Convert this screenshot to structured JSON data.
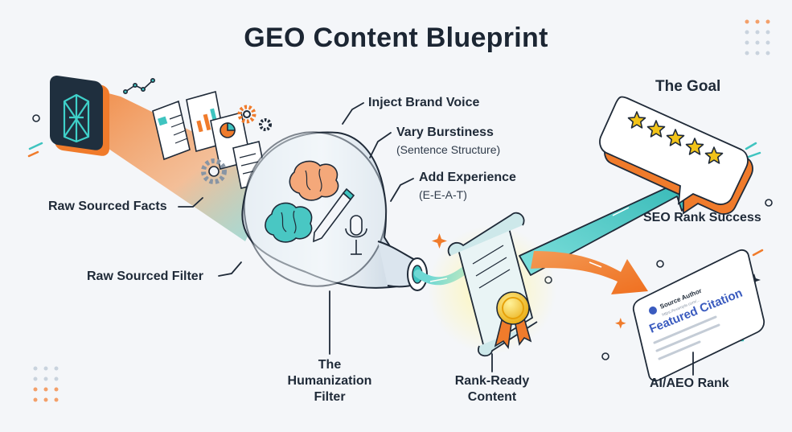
{
  "title": "GEO Content Blueprint",
  "labels": {
    "raw_facts": "Raw Sourced Facts",
    "raw_filter": "Raw Sourced Filter",
    "inject_voice": "Inject Brand Voice",
    "vary_burstiness": "Vary Burstiness",
    "sentence_structure": "(Sentence Structure)",
    "add_experience": "Add Experience",
    "eeat": "(E-E-A-T)",
    "humanization_filter": [
      "The",
      "Humanization",
      "Filter"
    ],
    "rank_ready": [
      "Rank-Ready",
      "Content"
    ],
    "the_goal": "The Goal",
    "seo_rank": "SEO Rank Success",
    "ai_aeo_rank": "AI/AEO Rank"
  },
  "citation_card": {
    "source": "Source Author",
    "sub": "https://example.com/...",
    "heading": "Featured Citation"
  },
  "rating": {
    "stars": 5,
    "max": 5
  },
  "colors": {
    "orange": "#f07b2b",
    "teal": "#3fc4c0",
    "navy": "#1f2a38",
    "gold": "#f2c318",
    "paper": "#e9f4f5"
  },
  "icons": [
    "logo-icon",
    "document-icon",
    "bar-chart-icon",
    "pie-chart-icon",
    "gear-icon",
    "line-chart-icon",
    "brain-icon",
    "pen-icon",
    "microphone-icon",
    "ribbon-seal-icon",
    "star-icon",
    "sparkle-icon"
  ]
}
